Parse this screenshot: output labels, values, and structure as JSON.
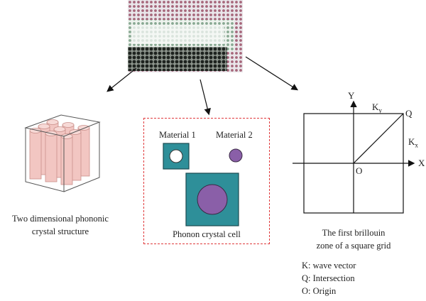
{
  "photo": {
    "name": "phononic crystal photograph"
  },
  "structure3d": {
    "caption_line1": "Two dimensional phononic",
    "caption_line2": "crystal structure"
  },
  "cell": {
    "material1_label": "Material 1",
    "material2_label": "Material 2",
    "caption": "Phonon crystal cell",
    "colors": {
      "teal": "#2e8f99",
      "purple": "#8a5fa8",
      "dashed_border": "#e0393b"
    }
  },
  "zone": {
    "y_axis": "Y",
    "x_axis": "X",
    "origin": "O",
    "q_label": "Q",
    "ky_main": "K",
    "ky_sub": "y",
    "kx_main": "K",
    "kx_sub": "x",
    "caption_line1": "The first brillouin",
    "caption_line2": "zone of a square grid"
  },
  "legend": {
    "items": [
      "K: wave vector",
      "Q: Intersection",
      "O: Origin"
    ]
  },
  "colors": {
    "pillar_fill": "#f2c6c2",
    "pillar_stroke": "#c98f8a"
  }
}
